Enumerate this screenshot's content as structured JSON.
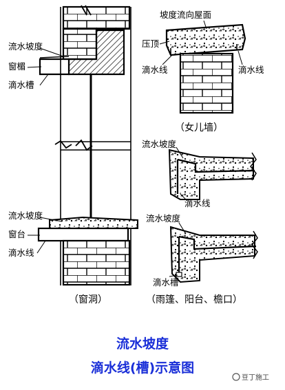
{
  "window_detail": {
    "top_labels": {
      "slope": "流水坡度",
      "lintel": "窗楣",
      "groove": "滴水槽"
    },
    "bottom_labels": {
      "slope": "流水坡度",
      "sill": "窗台",
      "drip_line": "滴水线"
    },
    "caption": "（窗洞）"
  },
  "parapet_detail": {
    "labels": {
      "slope_to_roof": "坡度流向屋面",
      "coping": "压顶",
      "drip_left": "滴水线",
      "drip_right": "滴水线"
    },
    "caption": "（女儿墙）"
  },
  "canopy_detail": {
    "upper_labels": {
      "slope": "流水坡度",
      "drip_line": "滴水线"
    },
    "lower_labels": {
      "slope": "流水坡度",
      "groove": "滴水槽"
    },
    "caption": "（雨篷、阳台、檐口）"
  },
  "title": {
    "line1": "流水坡度",
    "line2": "滴水线(槽)示意图"
  },
  "watermark": {
    "text": "豆丁施工"
  },
  "colors": {
    "title": "#1a2fd8",
    "line": "#000000",
    "background": "#ffffff"
  }
}
